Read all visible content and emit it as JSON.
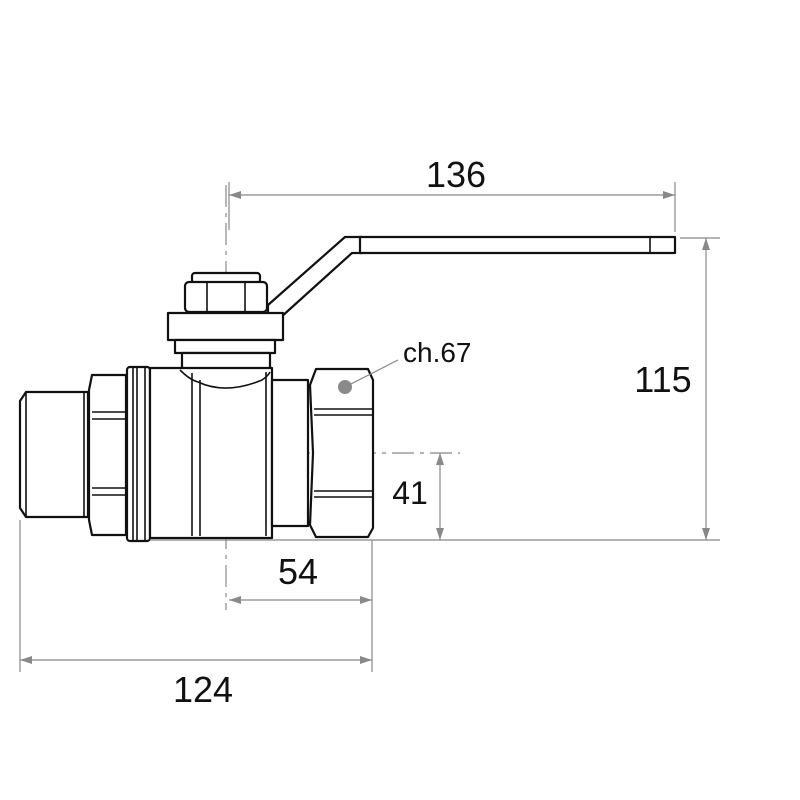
{
  "drawing": {
    "dimensions": {
      "handle_length": "136",
      "overall_height": "115",
      "center_height": "41",
      "center_to_end": "54",
      "overall_length": "124"
    },
    "hex_callout": "ch.67",
    "colors": {
      "line": "#111111",
      "dimension": "#888888",
      "marker": "#8a8a8a"
    }
  }
}
